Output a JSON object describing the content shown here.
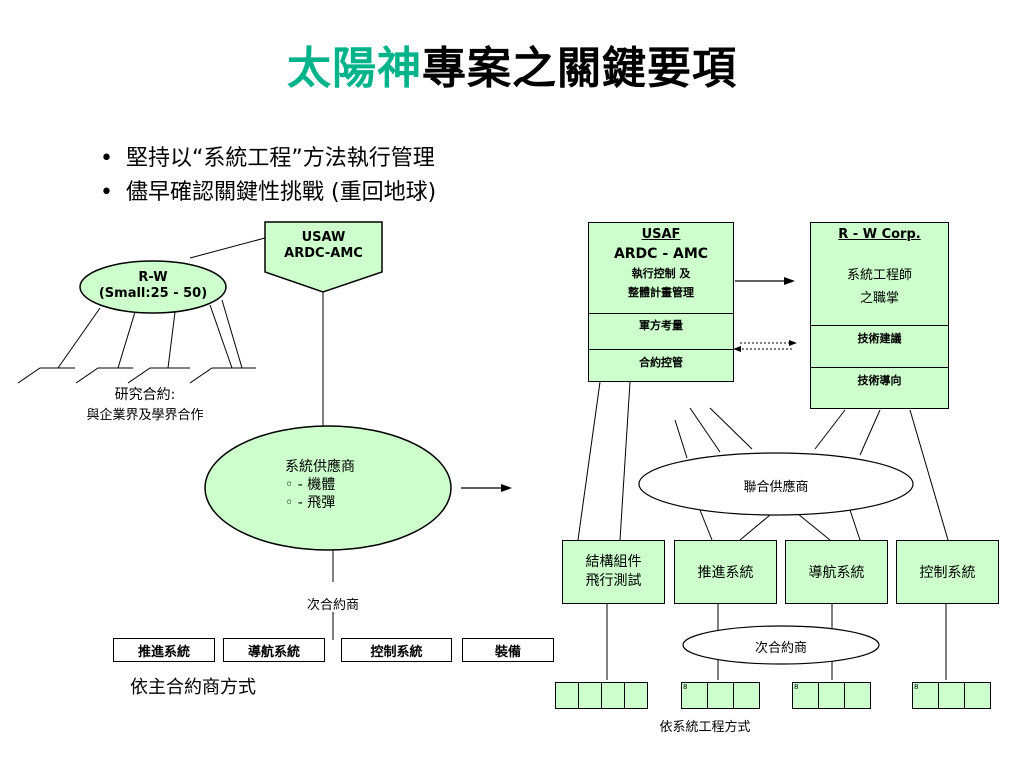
{
  "title": {
    "accent": "太陽神",
    "rest": "專案之關鍵要項"
  },
  "bullets": [
    "堅持以“系統工程”方法執行管理",
    "儘早確認關鍵性挑戰 (重回地球)"
  ],
  "left": {
    "usaw": [
      "USAW",
      "ARDC-AMC"
    ],
    "rw_oval": [
      "R-W",
      "(Small:25 - 50)"
    ],
    "research": [
      "研究合約:",
      "與企業界及學界合作"
    ],
    "supplier_oval": [
      "系統供應商",
      "◦ - 機體",
      "◦ - 飛彈"
    ],
    "subcontractor": "次合約商",
    "boxes": [
      "推進系統",
      "導航系統",
      "控制系統",
      "裝備"
    ],
    "footer": "依主合約商方式"
  },
  "right": {
    "usaf": {
      "title": "USAF",
      "line2": "ARDC - AMC",
      "line3": "執行控制 及",
      "line4": "整體計畫管理",
      "cell2": "軍方考量",
      "cell3": "合約控管"
    },
    "rw_corp": {
      "title": "R - W Corp.",
      "line2": "系統工程師",
      "line3": "之職掌",
      "cell2": "技術建議",
      "cell3": "技術導向"
    },
    "joint_oval": "聯合供應商",
    "systems": [
      "結構組件\n飛行測試",
      "推進系統",
      "導航系統",
      "控制系統"
    ],
    "subcontractor_oval": "次合約商",
    "cell_markers": [
      "8",
      "8",
      "8"
    ],
    "footer": "依系統工程方式"
  }
}
